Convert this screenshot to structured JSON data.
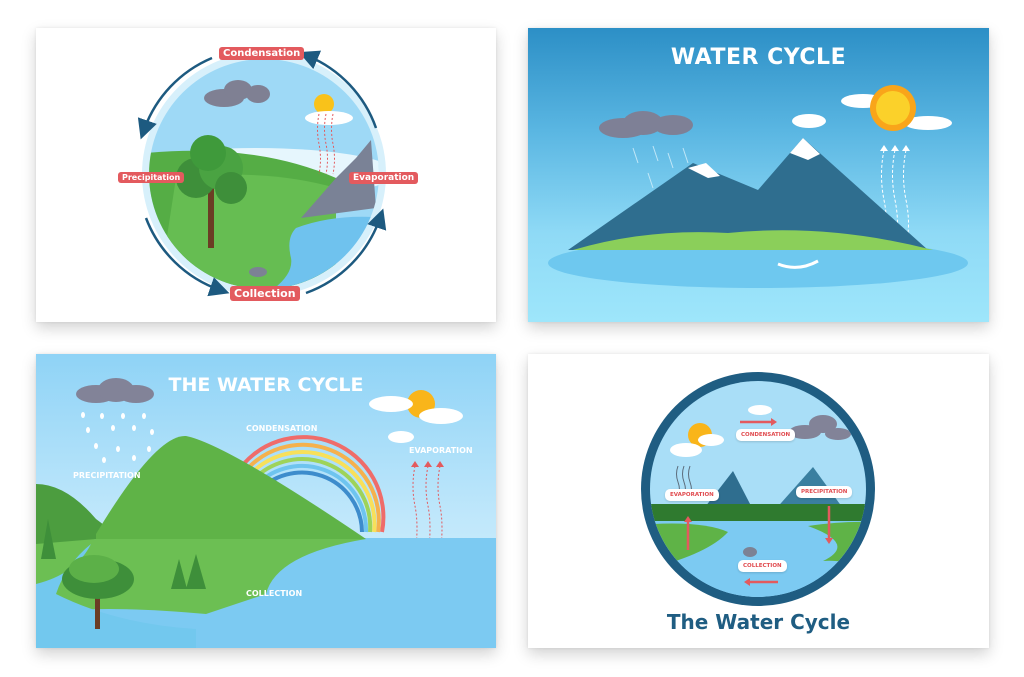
{
  "colors": {
    "label_red": "#e35a5e",
    "arrow_navy": "#1d5a80",
    "ring_navy": "#1f5d82",
    "sky_blue": "#8fd3f6",
    "water_blue": "#7ccaf2",
    "grass_green": "#5fb347",
    "mountain_blue": "#2f6e8f"
  },
  "panels": [
    {
      "id": "circular-diagram",
      "labels": {
        "top": "Condensation",
        "left": "Precipitation",
        "right": "Evaporation",
        "bottom": "Collection"
      }
    },
    {
      "id": "island-mountains",
      "title": "WATER CYCLE"
    },
    {
      "id": "rainbow-landscape",
      "title": "THE WATER CYCLE",
      "labels": {
        "precipitation": "PRECIPITATION",
        "condensation": "CONDENSATION",
        "evaporation": "EVAPORATION",
        "collection": "COLLECTION"
      }
    },
    {
      "id": "round-badge",
      "title": "The Water Cycle",
      "labels": {
        "condensation": "CONDENSATION",
        "evaporation": "EVAPORATION",
        "precipitation": "PRECIPITATION",
        "collection": "COLLECTION"
      }
    }
  ]
}
